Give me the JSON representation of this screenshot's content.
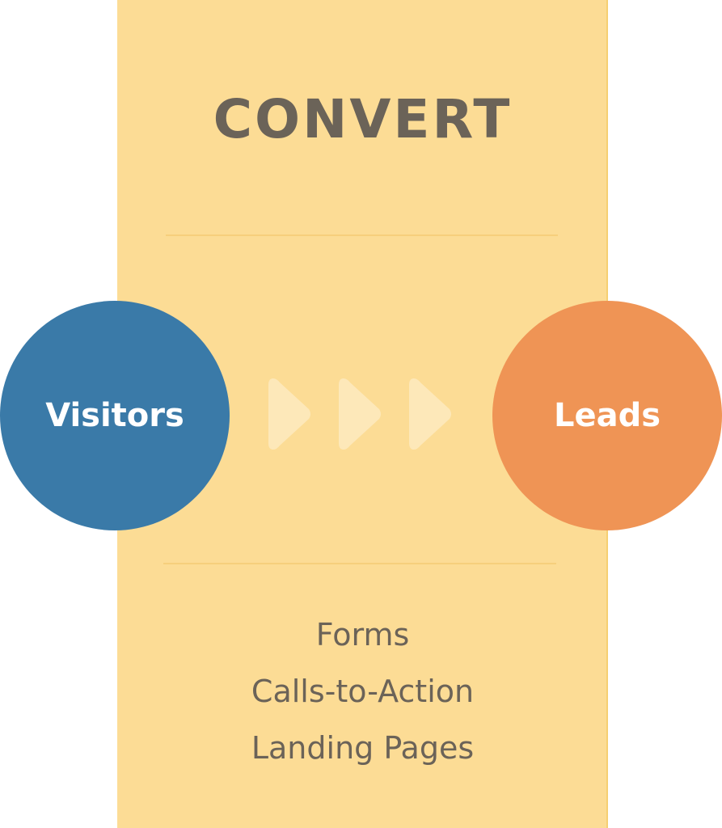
{
  "title": "CONVERT",
  "source_stage": {
    "label": "Visitors",
    "color": "#3a7aa8"
  },
  "target_stage": {
    "label": "Leads",
    "color": "#ef9455"
  },
  "panel_color": "#fcdc95",
  "arrow_count": 3,
  "features": [
    "Forms",
    "Calls-to-Action",
    "Landing Pages"
  ]
}
